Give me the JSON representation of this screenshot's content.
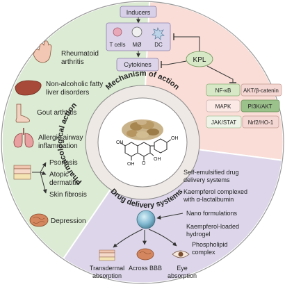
{
  "center": {
    "arc_top": "Mechanism of action",
    "arc_left": "Pharmacological action",
    "arc_bottom": "Drug delivery systems",
    "structure_labels": {
      "oh_a": "OH",
      "oh_b": "OH",
      "oh_c": "OH",
      "oh_d": "OH",
      "o": "O"
    }
  },
  "mechanism": {
    "inducers": "Inducers",
    "cells": [
      "T cells",
      "MØ",
      "DC"
    ],
    "cytokines": "Cytokines",
    "kpl": "KPL",
    "pathways": [
      "NF-κB",
      "AKT/β-catenin",
      "MAPK",
      "PI3K/AKT",
      "JAK/STAT",
      "Nrf2/HO-1"
    ]
  },
  "pharmacology": {
    "items": [
      {
        "label_lines": [
          "Rheumatoid",
          "arthritis"
        ],
        "icon": "hand-icon"
      },
      {
        "label_lines": [
          "Non-alcoholic fatty",
          "liver disorders"
        ],
        "icon": "liver-icon"
      },
      {
        "label_lines": [
          "Gout arthritis"
        ],
        "icon": "foot-icon"
      },
      {
        "label_lines": [
          "Allergic airway",
          "inflammation"
        ],
        "icon": "lungs-icon"
      },
      {
        "label_lines": [
          "Depression"
        ],
        "icon": "brain-icon"
      }
    ],
    "skin_items": [
      "Psoriasis",
      "Atopic",
      "dermatitis",
      "Skin fibrosis"
    ]
  },
  "delivery": {
    "items": [
      [
        "Self-emulsified drug",
        "delivery systems"
      ],
      [
        "Kaempferol complexed",
        "with α-lactalbumin"
      ],
      [
        "Nano formulations"
      ],
      [
        "Kaempferol-loaded",
        "hydrogel"
      ],
      [
        "Phospholipid",
        "complex"
      ]
    ],
    "routes": [
      [
        "Transdermal",
        "absorption"
      ],
      [
        "Across BBB"
      ],
      [
        "Eye",
        "absorption"
      ]
    ]
  },
  "colors": {
    "mechanism_bg": "#f9ddd6",
    "pharmacology_bg": "#dcebd3",
    "delivery_bg": "#ddd6ea",
    "inner_ring": "#efe9e6",
    "box_cell": "#dcd5ea",
    "box_green": "#d6e8c6",
    "box_pink": "#f4d6d2",
    "box_dark_green": "#9cc28c"
  }
}
